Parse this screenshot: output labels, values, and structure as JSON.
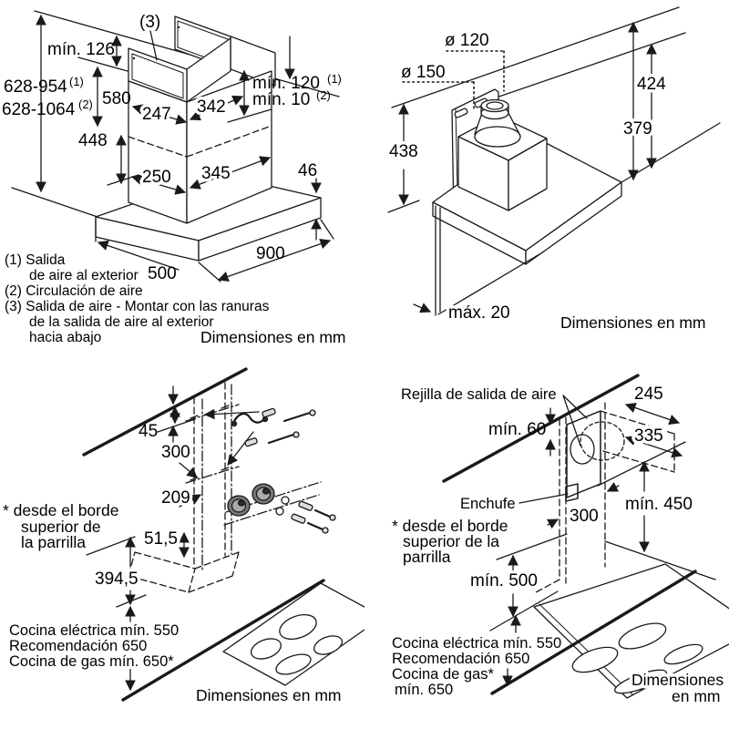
{
  "meta": {
    "background": "#ffffff",
    "ink": "#1a1a1a"
  },
  "panels": {
    "top_left": {
      "dims": {
        "marker3": "(3)",
        "min126": "mín. 126",
        "range_air_out": "628-954",
        "range_air_out_sup": "(1)",
        "range_recirc": "628-1064",
        "range_recirc_sup": "(2)",
        "h580": "580",
        "h448": "448",
        "w247": "247",
        "d342": "342",
        "w250": "250",
        "d345": "345",
        "min120": "mín. 120",
        "min120_sup": "(1)",
        "min10": "mín. 10",
        "min10_sup": "(2)",
        "t46": "46",
        "w900": "900",
        "d500": "500"
      },
      "notes": [
        "(1) Salida",
        "de aire al exterior",
        "(2) Circulación de aire",
        "(3) Salida de aire - Montar con las ranuras",
        "de la salida de aire al exterior",
        "hacia abajo"
      ],
      "caption": "Dimensiones en mm"
    },
    "top_right": {
      "dims": {
        "dia120": "ø 120",
        "dia150": "ø 150",
        "h438": "438",
        "h424": "424",
        "h379": "379",
        "max20": "máx. 20"
      },
      "caption": "Dimensiones en mm"
    },
    "bottom_left": {
      "dims": {
        "g45": "45",
        "g300": "300",
        "g209": "209",
        "g51": "51,5",
        "g394": "394,5"
      },
      "star_note": [
        "* desde el borde",
        "superior de",
        "la parrilla"
      ],
      "clearances": [
        "Cocina eléctrica mín. 550",
        "Recomendación 650",
        "Cocina de gas mín. 650*"
      ],
      "caption": "Dimensiones en mm"
    },
    "bottom_right": {
      "labels": {
        "rejilla": "Rejilla de salida de aire",
        "enchufe": "Enchufe"
      },
      "dims": {
        "w245": "245",
        "w335": "335",
        "min60": "mín. 60",
        "w300": "300",
        "min450": "mín. 450",
        "min500": "mín. 500"
      },
      "star_note": [
        "* desde el borde",
        "superior de la",
        "parrilla"
      ],
      "clearances": [
        "Cocina eléctrica mín. 550",
        "Recomendación 650",
        "Cocina de gas*",
        "mín. 650"
      ],
      "caption_lines": [
        "Dimensiones",
        "en mm"
      ]
    }
  }
}
